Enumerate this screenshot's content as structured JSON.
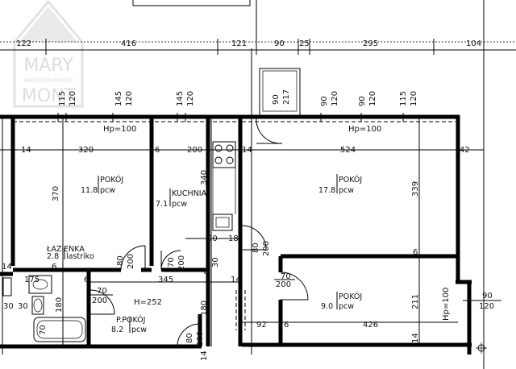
{
  "logo": {
    "line1": "MARY",
    "line2": "NIERUCHOMOŚCI",
    "line3": "MONT"
  },
  "top_dimensions": [
    "122",
    "416",
    "121",
    "90",
    "25",
    "295",
    "104"
  ],
  "window_labels": [
    {
      "w": "115",
      "h": "120"
    },
    {
      "w": "145",
      "h": "120"
    },
    {
      "w": "145",
      "h": "120"
    },
    {
      "w": "90",
      "h": "217"
    },
    {
      "w": "90",
      "h": "120"
    },
    {
      "w": "90",
      "h": "120"
    },
    {
      "w": "115",
      "h": "120"
    }
  ],
  "heights": {
    "left": "Hp=100",
    "right": "Hp=100",
    "right_side": "Hp=100",
    "hall": "H=252"
  },
  "rooms": [
    {
      "name": "POKÓJ",
      "area": "11.8",
      "floor": "pcw"
    },
    {
      "name": "KUCHNIA",
      "area": "7.1",
      "floor": "pcw"
    },
    {
      "name": "POKÓJ",
      "area": "17.8",
      "floor": "pcw"
    },
    {
      "name": "ŁAZIENKA",
      "area": "2.8",
      "floor": "lastriko"
    },
    {
      "name": "P.POKÓJ",
      "area": "8.2",
      "floor": "pcw"
    },
    {
      "name": "POKÓJ",
      "area": "9.0",
      "floor": "pcw"
    }
  ],
  "dims": {
    "d14a": "14",
    "d320": "320",
    "d6a": "6",
    "d200": "200",
    "d14b": "14",
    "d524": "524",
    "d42": "42",
    "d370": "370",
    "d340": "340",
    "d339": "339",
    "d90": "90",
    "d18": "18",
    "d6b": "6",
    "d6c": "6",
    "d6d": "6",
    "d6e": "6",
    "d175": "175",
    "d345": "345",
    "d30a": "30",
    "d30b": "30",
    "d30c": "30",
    "d180a": "180",
    "d70": "70",
    "d180b": "180",
    "d211": "211",
    "d92": "92",
    "d426": "426",
    "d14c": "14",
    "d14d": "14",
    "d14e": "14",
    "d14f": "14",
    "d6f": "6"
  },
  "doors": [
    {
      "w": "80",
      "h": "200"
    },
    {
      "w": "70",
      "h": "200"
    },
    {
      "w": "80",
      "h": "200"
    },
    {
      "w": "70",
      "h": "200"
    },
    {
      "w": "70",
      "h": "200"
    },
    {
      "w": "80",
      "h": "200"
    },
    {
      "w": "90",
      "h": "120"
    }
  ]
}
